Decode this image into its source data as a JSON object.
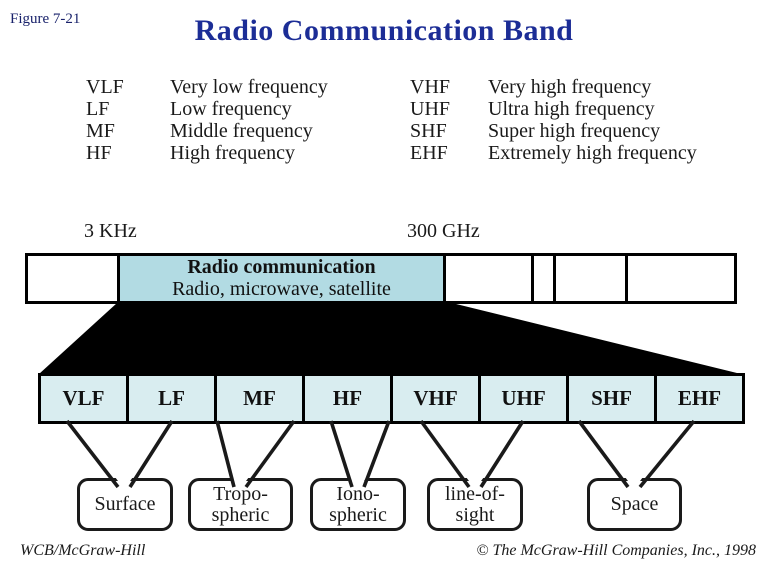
{
  "figure_label": "Figure 7-21",
  "title": "Radio Communication Band",
  "legend": {
    "left": [
      {
        "abbr": "VLF",
        "desc": "Very low frequency"
      },
      {
        "abbr": "LF",
        "desc": "Low frequency"
      },
      {
        "abbr": "MF",
        "desc": "Middle frequency"
      },
      {
        "abbr": "HF",
        "desc": "High frequency"
      }
    ],
    "right": [
      {
        "abbr": "VHF",
        "desc": "Very high frequency"
      },
      {
        "abbr": "UHF",
        "desc": "Ultra high frequency"
      },
      {
        "abbr": "SHF",
        "desc": "Super high frequency"
      },
      {
        "abbr": "EHF",
        "desc": "Extremely high frequency"
      }
    ]
  },
  "scale": {
    "start": "3 KHz",
    "end": "300 GHz"
  },
  "spectrum": {
    "highlight_title": "Radio communication",
    "highlight_subtitle": "Radio, microwave, satellite"
  },
  "bands": [
    "VLF",
    "LF",
    "MF",
    "HF",
    "VHF",
    "UHF",
    "SHF",
    "EHF"
  ],
  "propagation": [
    {
      "label": "Surface",
      "connects": [
        "VLF",
        "LF"
      ]
    },
    {
      "label": "Tropo-\nspheric",
      "connects": [
        "MF"
      ]
    },
    {
      "label": "Iono-\nspheric",
      "connects": [
        "HF"
      ]
    },
    {
      "label": "line-of-\nsight",
      "connects": [
        "VHF",
        "UHF"
      ]
    },
    {
      "label": "Space",
      "connects": [
        "SHF",
        "EHF"
      ]
    }
  ],
  "footer": {
    "left": "WCB/McGraw-Hill",
    "right": "© The McGraw-Hill Companies, Inc., 1998"
  },
  "colors": {
    "title_navy": "#1c2d96",
    "highlight_fill": "#b2dbe3",
    "band_fill": "#d9edf0",
    "line_black": "#000000"
  }
}
